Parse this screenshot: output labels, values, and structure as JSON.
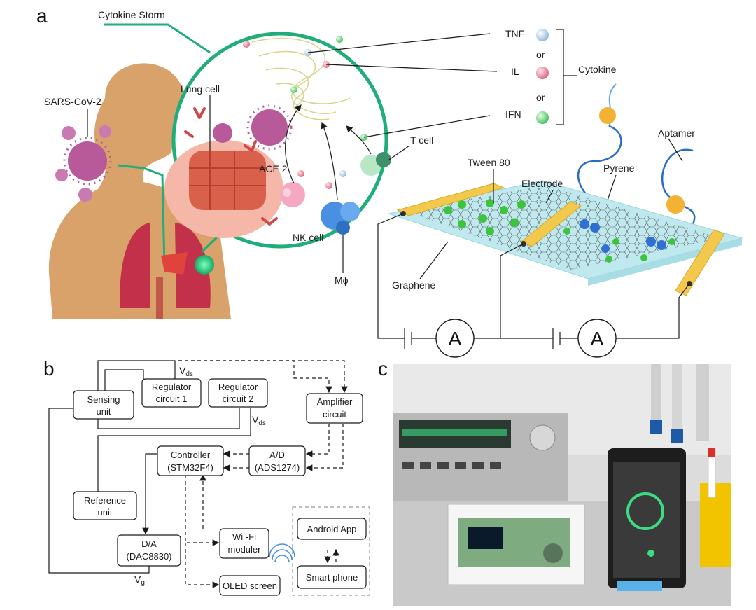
{
  "panels": {
    "a": "a",
    "b": "b",
    "c": "c"
  },
  "panel_a": {
    "cytokine_storm": "Cytokine Storm",
    "sars": "SARS-CoV-2",
    "lung_cell": "Lung cell",
    "ace2": "ACE 2",
    "nk_cell": "NK cell",
    "t_cell": "T cell",
    "mphi": "Mϕ",
    "tnf": "TNF",
    "il": "IL",
    "ifn": "IFN",
    "or1": "or",
    "or2": "or",
    "cytokine": "Cytokine",
    "aptamer": "Aptamer",
    "pyrene": "Pyrene",
    "tween": "Tween 80",
    "electrode": "Electrode",
    "graphene": "Graphene",
    "ammeter1": "A",
    "ammeter2": "A"
  },
  "panel_b": {
    "vds_top": "V",
    "vds_top_sub": "ds",
    "vds_mid": "V",
    "vds_mid_sub": "ds",
    "vg": "V",
    "vg_sub": "g",
    "sensing_1": "Sensing",
    "sensing_2": "unit",
    "reg1_1": "Regulator",
    "reg1_2": "circuit 1",
    "reg2_1": "Regulator",
    "reg2_2": "circuit 2",
    "amp_1": "Amplifier",
    "amp_2": "circuit",
    "ctrl_1": "Controller",
    "ctrl_2": "(STM32F4)",
    "ad_1": "A/D",
    "ad_2": "(ADS1274)",
    "ref_1": "Reference",
    "ref_2": "unit",
    "wifi_1": "Wi -Fi",
    "wifi_2": "moduler",
    "da_1": "D/A",
    "da_2": "(DAC8830)",
    "oled": "OLED screen",
    "android": "Android App",
    "phone": "Smart phone"
  },
  "colors": {
    "green_accent": "#1fae7a",
    "skin": "#d9a26a",
    "lung": "#c2304a",
    "virus": "#b8599a",
    "electrode": "#f2c94c",
    "substrate": "#bfe9ef",
    "pyrene": "#2f6fd6",
    "tween": "#3cc43c"
  }
}
